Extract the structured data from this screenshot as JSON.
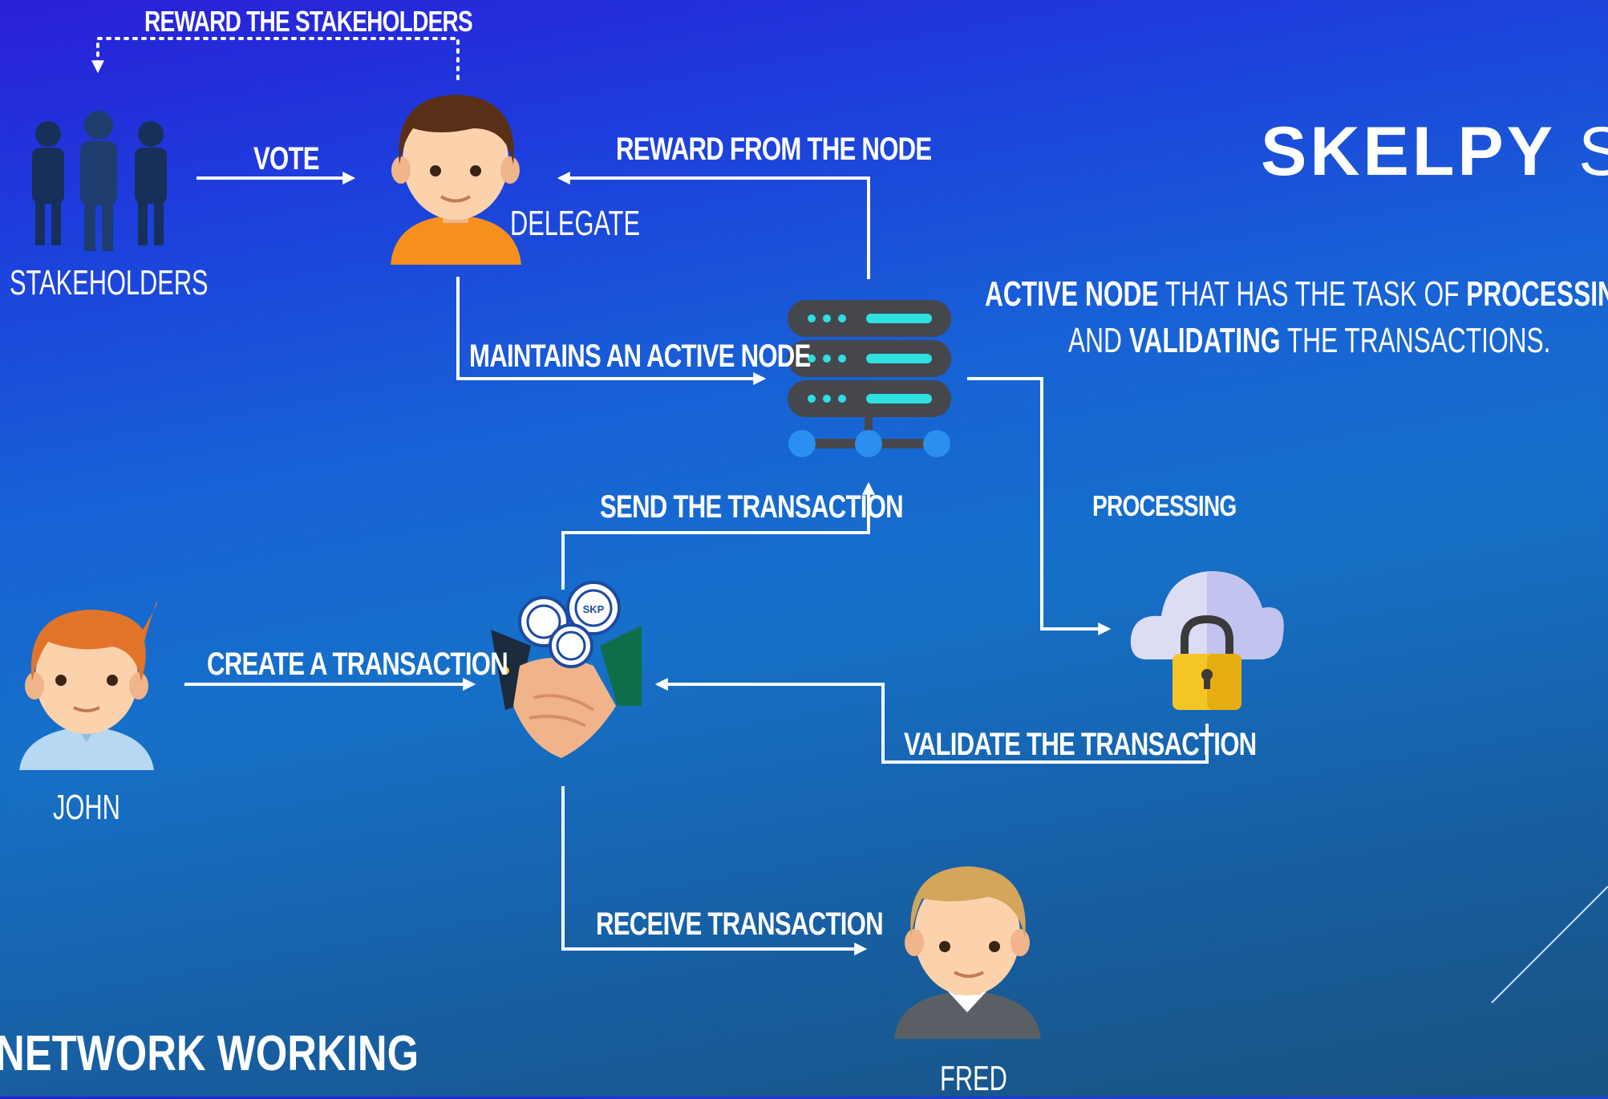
{
  "title": {
    "bold": "SKELPY",
    "light": "SC"
  },
  "description": {
    "line1": {
      "b1": "ACTIVE NODE",
      "t1": " THAT HAS THE TASK OF ",
      "b2": "PROCESSING"
    },
    "line2": {
      "t1": "AND ",
      "b1": "VALIDATING",
      "t2": "  THE TRANSACTIONS."
    }
  },
  "labels": {
    "reward_stakeholders": "REWARD THE STAKEHOLDERS",
    "vote": "VOTE",
    "reward_from_node": "REWARD FROM THE NODE",
    "delegate": "DELEGATE",
    "stakeholders": "STAKEHOLDERS",
    "maintains_node": "MAINTAINS  AN ACTIVE NODE",
    "send_transaction": "SEND THE TRANSACTION",
    "processing": "PROCESSING",
    "create_transaction": "CREATE A TRANSACTION",
    "validate_transaction": "VALIDATE THE TRANSACTION",
    "john": "JOHN",
    "receive_transaction": "RECEIVE  TRANSACTION",
    "fred": "FRED",
    "coin": "SKP"
  },
  "bottom_title": "NETWORK WORKING",
  "colors": {
    "server_body": "#45474d",
    "server_accent": "#2ee0e0",
    "server_node": "#2a8ff0",
    "delegate_shirt": "#f5901e",
    "john_hair": "#e2742a",
    "fred_hair": "#d4a55a",
    "lock": "#f5c526",
    "cloud": "#dcdcf5"
  },
  "icons": [
    "stakeholders-icon",
    "delegate-avatar-icon",
    "server-icon",
    "handshake-icon",
    "coin-icon",
    "cloud-lock-icon",
    "john-avatar-icon",
    "fred-avatar-icon"
  ]
}
